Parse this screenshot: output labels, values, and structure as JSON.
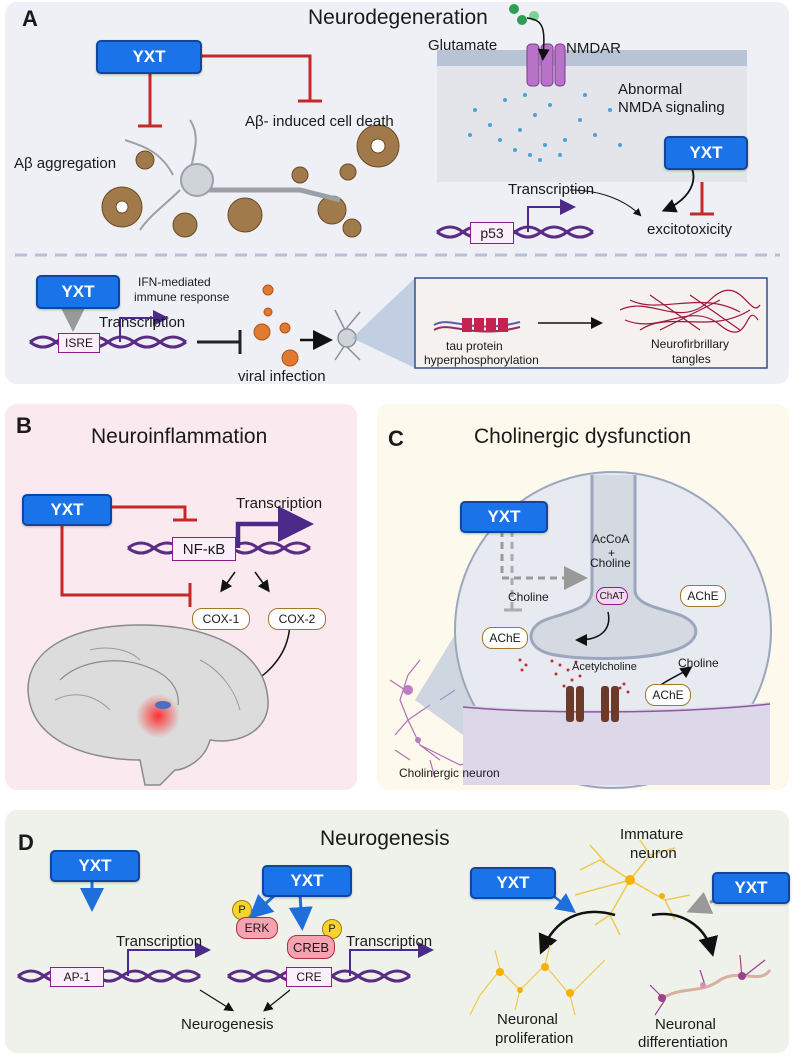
{
  "panelA": {
    "letter": "A",
    "title": "Neurodegeneration",
    "yxt": "YXT",
    "abeta_agg": "Aβ aggregation",
    "abeta_death": "Aβ- induced cell death",
    "glutamate": "Glutamate",
    "nmdar": "NMDAR",
    "abnormal_l1": "Abnormal",
    "abnormal_l2": "NMDA signaling",
    "transcription": "Transcription",
    "p53": "p53",
    "excitotoxicity": "excitotoxicity",
    "ifn_l1": "IFN-mediated",
    "ifn_l2": "immune response",
    "isre": "ISRE",
    "viral": "viral infection",
    "tau_l1": "tau protein",
    "tau_l2": "hyperphosphorylation",
    "nft_l1": "Neurofirbrillary",
    "nft_l2": "tangles"
  },
  "panelB": {
    "letter": "B",
    "title": "Neuroinflammation",
    "yxt": "YXT",
    "transcription": "Transcription",
    "nfkb": "NF-κB",
    "cox1": "COX-1",
    "cox2": "COX-2"
  },
  "panelC": {
    "letter": "C",
    "title": "Cholinergic dysfunction",
    "yxt": "YXT",
    "acoa": "AcCoA",
    "plus": "+",
    "choline": "Choline",
    "chat": "ChAT",
    "ache": "AChE",
    "acetylcholine": "Acetylcholine",
    "neuron": "Cholinergic neuron"
  },
  "panelD": {
    "letter": "D",
    "title": "Neurogenesis",
    "yxt": "YXT",
    "p": "P",
    "erk": "ERK",
    "creb": "CREB",
    "cre": "CRE",
    "ap1": "AP-1",
    "transcription": "Transcription",
    "neurogenesis": "Neurogenesis",
    "immature_l1": "Immature",
    "immature_l2": "neuron",
    "prolif_l1": "Neuronal",
    "prolif_l2": "proliferation",
    "diff_l1": "Neuronal",
    "diff_l2": "differentiation"
  },
  "colors": {
    "yxt_blue": "#1a73e8",
    "inhibit_red": "#c62828",
    "dna_purple": "#5b2c83",
    "panelA_bg": "#eef0f5",
    "panelB_bg": "#fbe9f0",
    "panelC_bg": "#fdf9ec",
    "panelD_bg": "#eef2ea"
  }
}
